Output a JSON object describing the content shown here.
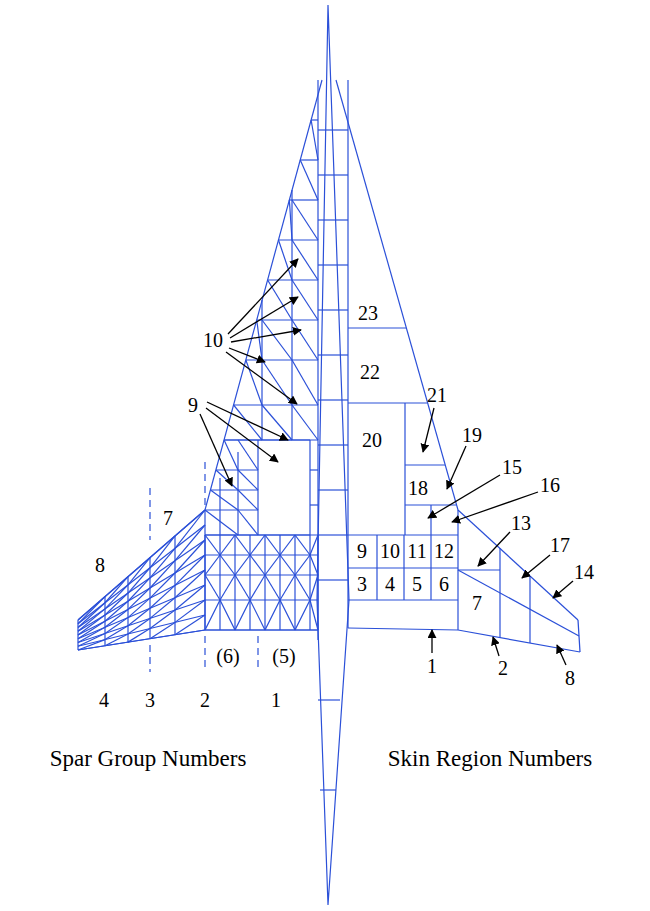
{
  "diagram": {
    "labels": [
      "10",
      "9",
      "7",
      "8",
      "(6)",
      "(5)",
      "4",
      "3",
      "2",
      "1",
      "Spar Group Numbers",
      "23",
      "22",
      "21",
      "20",
      "19",
      "15",
      "16",
      "18",
      "13",
      "17",
      "9",
      "10",
      "11",
      "12",
      "14",
      "3",
      "4",
      "5",
      "6",
      "7",
      "1",
      "2",
      "8",
      "Skin Region Numbers"
    ]
  }
}
